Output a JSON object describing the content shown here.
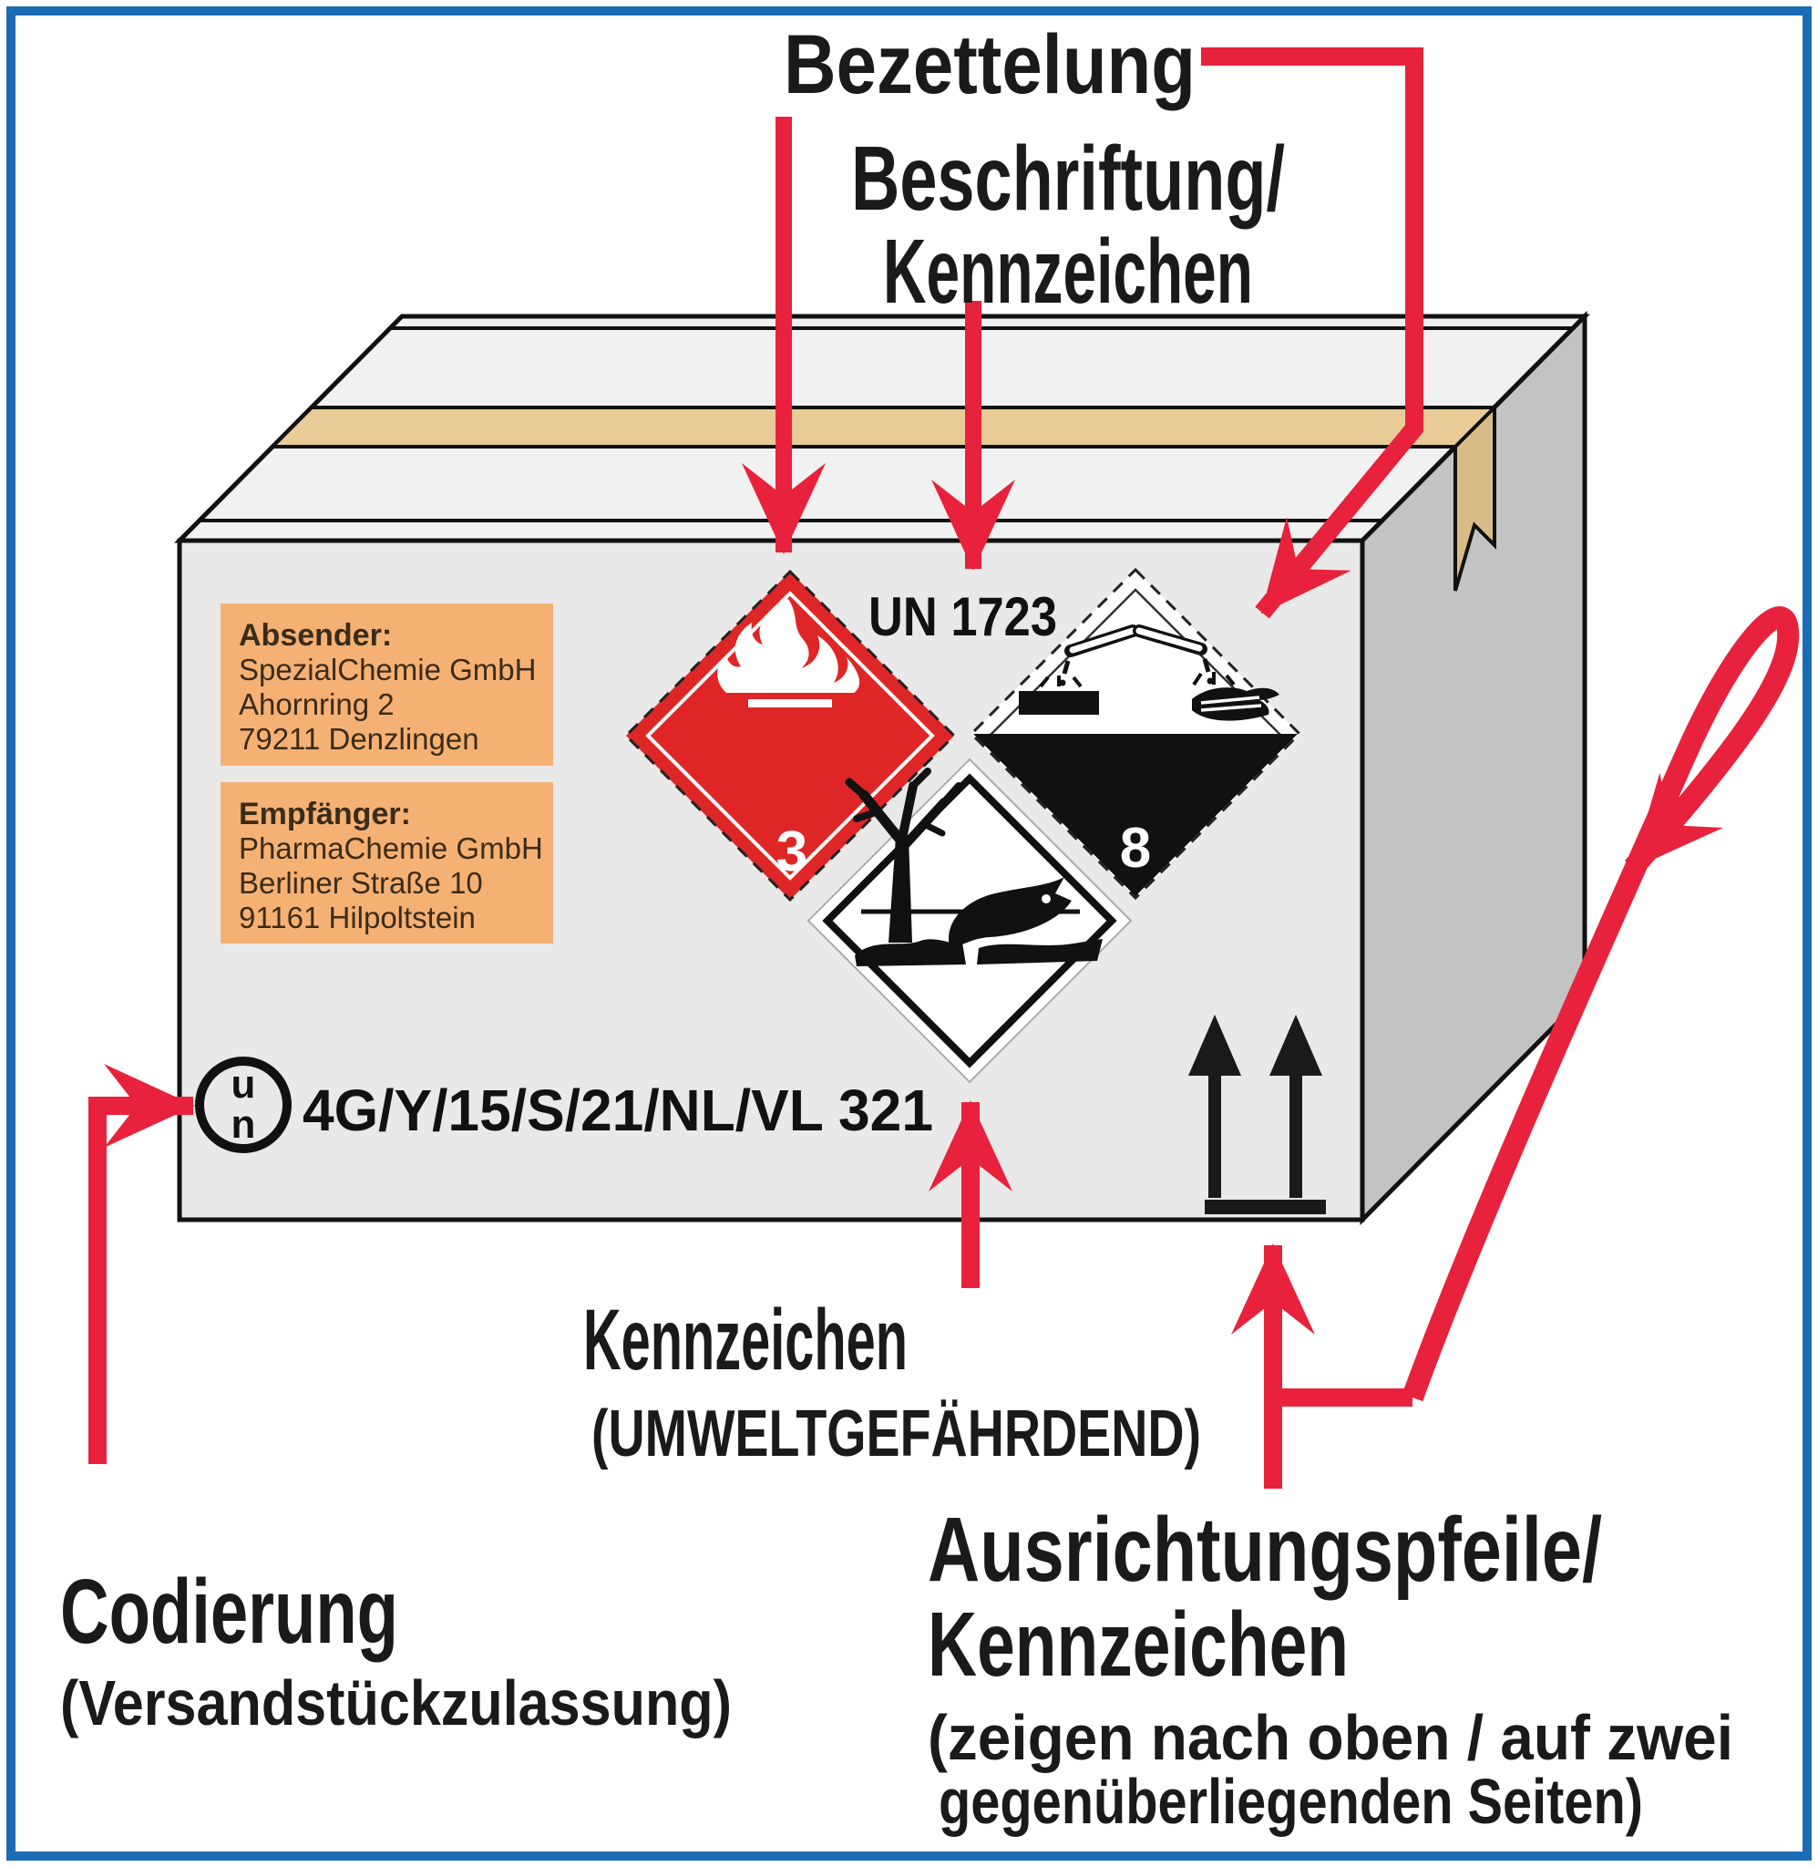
{
  "titles": {
    "bezettelung": "Bezettelung",
    "beschriftung_line1": "Beschriftung/",
    "beschriftung_line2": "Kennzeichen"
  },
  "box": {
    "un_number": "UN 1723",
    "packaging_code": "4G/Y/15/S/21/NL/VL 321",
    "un_mark": {
      "letter_top": "u",
      "letter_bottom": "n"
    },
    "sender": {
      "label": "Absender:",
      "name": "SpezialChemie GmbH",
      "street": "Ahornring 2",
      "city": "79211 Denzlingen"
    },
    "recipient": {
      "label": "Empfänger:",
      "name": "PharmaChemie GmbH",
      "street": "Berliner Straße 10",
      "city": "91161 Hilpoltstein"
    },
    "hazard_labels": {
      "flammable_class": "3",
      "corrosive_class": "8"
    }
  },
  "callouts": {
    "kennzeichen_env": {
      "line1": "Kennzeichen",
      "line2": "(UMWELTGEFÄHRDEND)"
    },
    "codierung": {
      "line1": "Codierung",
      "line2": "(Versandstückzulassung)"
    },
    "ausrichtung": {
      "line1": "Ausrichtungspfeile/",
      "line2": "Kennzeichen",
      "line3": "(zeigen nach oben / auf zwei",
      "line4": "gegenüberliegenden Seiten)"
    }
  },
  "colors": {
    "frame_blue": "#1b6cb5",
    "arrow_red": "#e8223c",
    "hazard_red": "#df2626",
    "address_orange": "#f5b173",
    "box_front": "#e9e9e9",
    "box_top": "#f1f1f1",
    "box_side": "#c3c3c3",
    "tape_top": "#e8cb96",
    "tape_side": "#d9bc85",
    "ink_black": "#111111"
  }
}
